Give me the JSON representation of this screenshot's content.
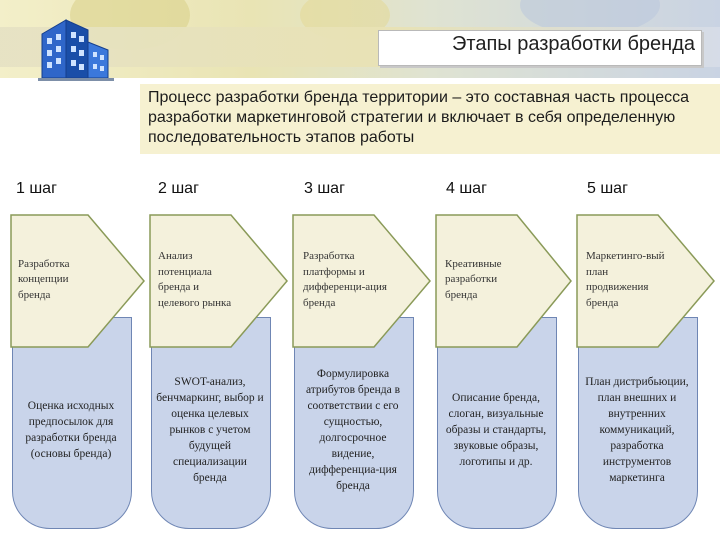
{
  "header": {
    "title": "Этапы разработки бренда"
  },
  "intro": {
    "text": "Процесс разработки бренда территории – это составная часть процесса разработки маркетинговой стратегии и включает в себя определенную последовательность этапов работы"
  },
  "steps": [
    {
      "label": "1 шаг",
      "stage": "Разработка концепции бренда",
      "details": "Оценка исходных предпосылок для разработки бренда (основы бренда)"
    },
    {
      "label": "2 шаг",
      "stage": "Анализ потенциала бренда и целевого рынка",
      "details": "SWOT-анализ, бенчмаркинг, выбор и оценка целевых рынков с учетом будущей специализации бренда"
    },
    {
      "label": "3 шаг",
      "stage": "Разработка платформы и дифференци-ация бренда",
      "details": "Формулировка атрибутов бренда в соответствии с его сущностью, долгосрочное видение, дифференциа-ция бренда"
    },
    {
      "label": "4 шаг",
      "stage": "Креативные разработки бренда",
      "details": "Описание бренда, слоган, визуальные образы и стандарты, звуковые образы, логотипы и др."
    },
    {
      "label": "5 шаг",
      "stage": "Маркетинго-вый план продвижения бренда",
      "details": "План дистрибьюции, план внешних и внутренних коммуникаций, разработка инструментов маркетинга"
    }
  ],
  "colors": {
    "chevron_fill": "#f4f1dc",
    "chevron_border": "#8a9a58",
    "detail_fill": "#c9d4ea",
    "detail_border": "#6f86b4",
    "intro_fill": "#f6f1d1"
  }
}
